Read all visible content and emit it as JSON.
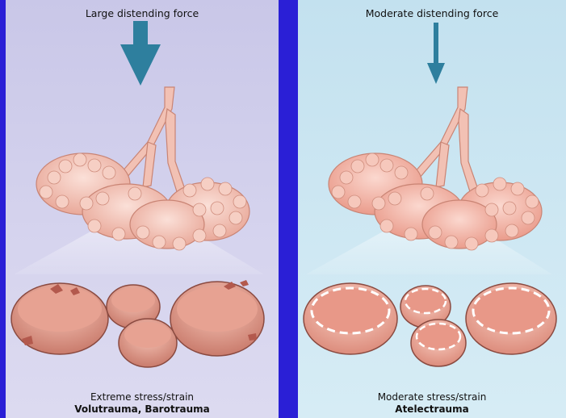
{
  "left_panel": {
    "force_label": "Large distending force",
    "stress_label": "Extreme stress/strain",
    "trauma_label": "Volutrauma, Barotrauma"
  },
  "right_panel": {
    "force_label": "Moderate distending force",
    "stress_label": "Moderate stress/strain",
    "trauma_label": "Atelectrauma"
  },
  "colors": {
    "frame": "#2a1fd6",
    "left_background": "#d4d2ec",
    "right_background": "#cde7f3",
    "arrow": "#2e7f9e",
    "tissue": "#f0b8aa"
  }
}
